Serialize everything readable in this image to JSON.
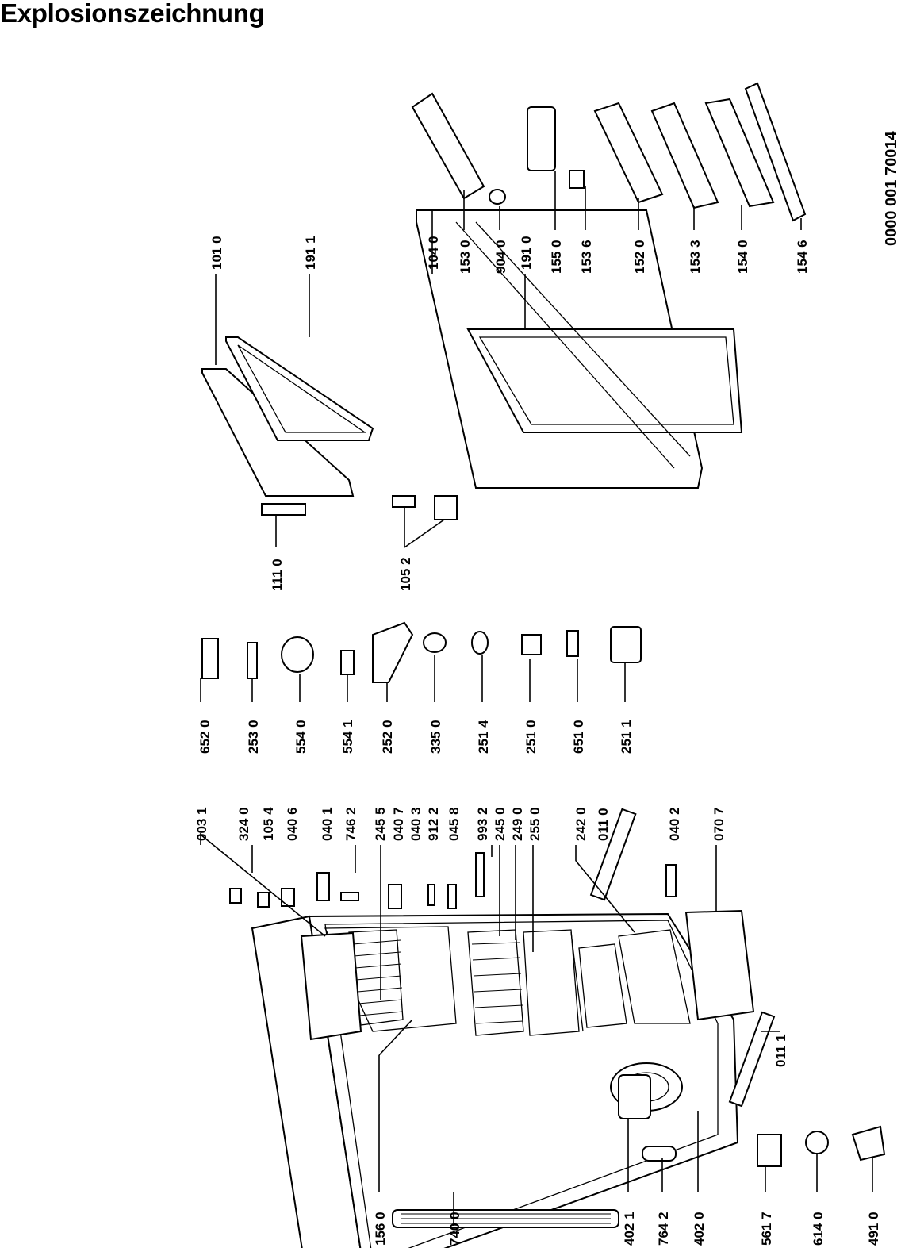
{
  "title": "Explosionszeichnung",
  "document_number": "0000 001 70014",
  "labels": {
    "l_0031": "003 1",
    "l_3240": "324 0",
    "l_1054": "105 4",
    "l_0406": "040 6",
    "l_0401": "040 1",
    "l_7462": "746 2",
    "l_2455": "245 5",
    "l_0407": "040 7",
    "l_0403": "040 3",
    "l_9122": "912 2",
    "l_0458": "045 8",
    "l_9932": "993 2",
    "l_2450": "245 0",
    "l_2490": "249 0",
    "l_2550": "255 0",
    "l_2420": "242 0",
    "l_0110": "011 0",
    "l_0402": "040 2",
    "l_0707": "070 7",
    "l_6520": "652 0",
    "l_2530": "253 0",
    "l_5540": "554 0",
    "l_5541": "554 1",
    "l_2520": "252 0",
    "l_3350": "335 0",
    "l_2514": "251 4",
    "l_2510": "251 0",
    "l_6510": "651 0",
    "l_2511": "251 1",
    "l_1110": "111 0",
    "l_1052": "105 2",
    "l_1010": "101 0",
    "l_1911": "191 1",
    "l_1040": "104 0",
    "l_1530": "153 0",
    "l_9040": "904 0",
    "l_1910": "191 0",
    "l_1550": "155 0",
    "l_1536": "153 6",
    "l_1520": "152 0",
    "l_1533": "153 3",
    "l_1540": "154 0",
    "l_1546": "154 6",
    "l_1560": "156 0",
    "l_7400": "740 0",
    "l_4021": "402 1",
    "l_7642": "764 2",
    "l_4020": "402 0",
    "l_5617": "561 7",
    "l_6140": "614 0",
    "l_4910": "491 0",
    "l_0111": "011 1"
  }
}
